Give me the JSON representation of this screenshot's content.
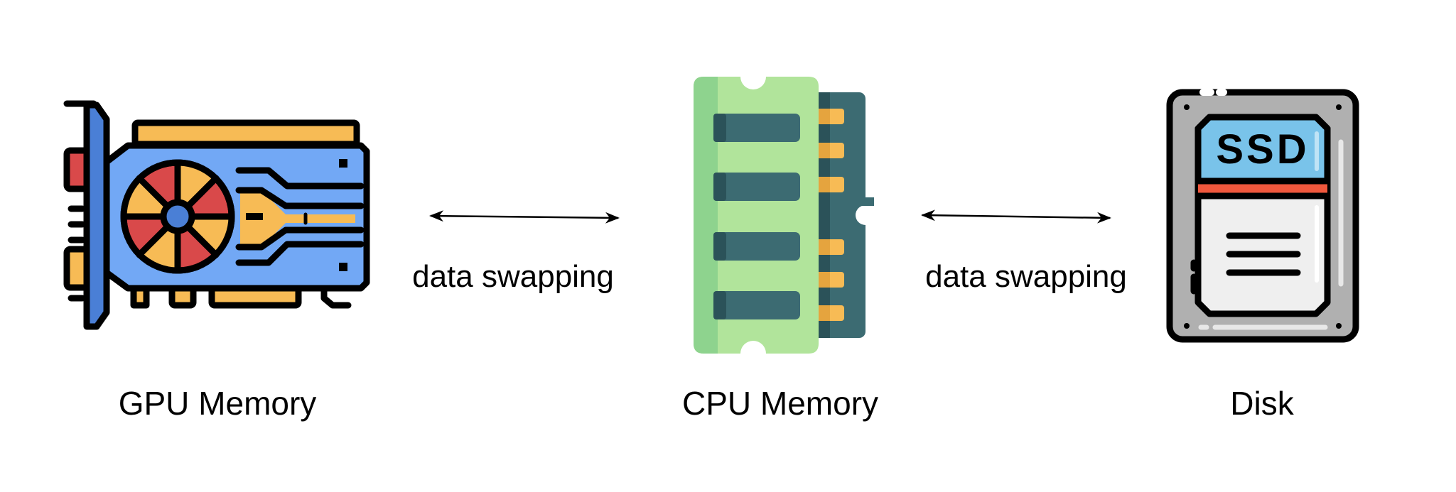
{
  "nodes": [
    {
      "id": "gpu",
      "label": "GPU Memory",
      "icon": "graphics-card-icon"
    },
    {
      "id": "cpu",
      "label": "CPU Memory",
      "icon": "ram-module-icon"
    },
    {
      "id": "disk",
      "label": "Disk",
      "icon": "ssd-drive-icon",
      "icon_text": "SSD"
    }
  ],
  "edges": [
    {
      "from": "gpu",
      "to": "cpu",
      "label": "data swapping",
      "direction": "bidirectional"
    },
    {
      "from": "cpu",
      "to": "disk",
      "label": "data swapping",
      "direction": "bidirectional"
    }
  ],
  "colors": {
    "outline": "#000000",
    "gpu_board": "#72A8F5",
    "gpu_bracket": "#4A7FD6",
    "gpu_fan_red": "#D9494A",
    "gpu_fan_yellow": "#F7BB55",
    "gpu_fan_hub": "#4A7FD6",
    "gpu_gold": "#F7BB55",
    "ram_body": "#B1E49B",
    "ram_edge": "#8ED38E",
    "ram_chip": "#3C6B72",
    "ram_back": "#3C6B72",
    "ram_contact": "#F7BB55",
    "ssd_case": "#B0B0B0",
    "ssd_label_blue": "#79C3EA",
    "ssd_stripe": "#F0583D",
    "ssd_label_body": "#EFEFEF"
  }
}
